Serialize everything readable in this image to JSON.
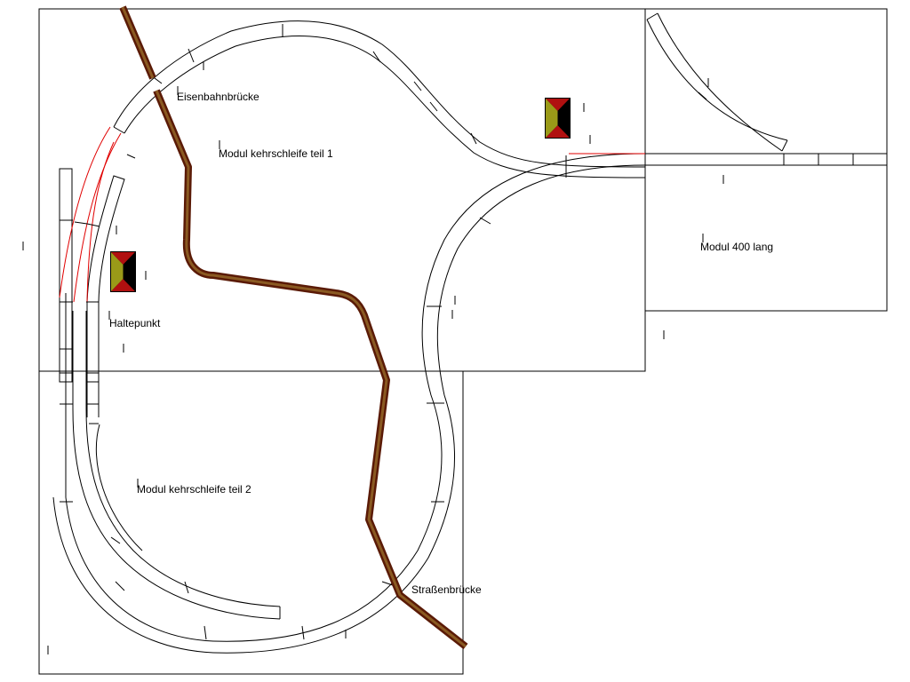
{
  "labels": {
    "eisenbahnbruecke": "Eisenbahnbrücke",
    "modul_kehrschleife_1": "Modul kehrschleife teil 1",
    "haltepunkt": "Haltepunkt",
    "modul_400_lang": "Modul 400 lang",
    "modul_kehrschleife_2": "Modul kehrschleife teil 2",
    "strassenbruecke": "Straßenbrücke"
  },
  "colors": {
    "road_outer": "#5a1a06",
    "road_inner": "#8a5a22",
    "track_outline": "#000000",
    "switch_highlight": "#e00000",
    "signal_red": "#b01010",
    "signal_olive": "#9a9a18",
    "signal_black": "#000000"
  },
  "icons": {
    "signal_building": "station-building-icon"
  }
}
